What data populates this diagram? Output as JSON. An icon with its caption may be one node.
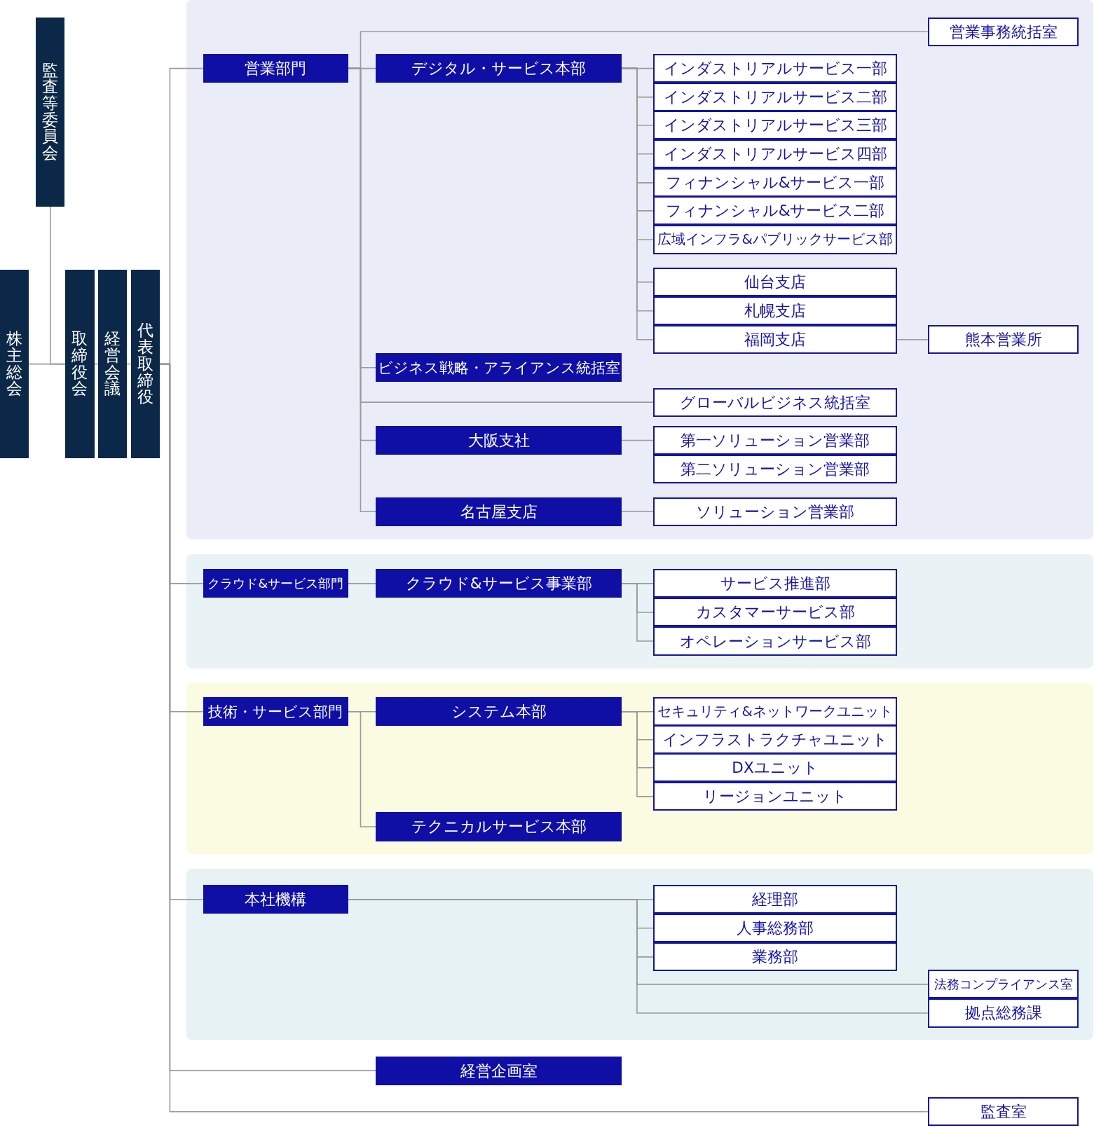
{
  "diagram": {
    "nodes": [
      {
        "text": [
          "監査等委員会"
        ]
      },
      {
        "text": [
          "株主総会"
        ]
      },
      {
        "text": [
          "取締役会"
        ]
      },
      {
        "text": [
          "経営会議"
        ]
      },
      {
        "text": [
          "代表取締役"
        ]
      },
      {
        "text": [
          "営業部門"
        ]
      },
      {
        "text": [
          "営業事務統括室"
        ]
      },
      {
        "text": [
          "デジタル・サービス本部"
        ]
      },
      {
        "text": [
          "インダストリアルサービス一部"
        ]
      },
      {
        "text": [
          "インダストリアルサービス二部"
        ]
      },
      {
        "text": [
          "インダストリアルサービス三部"
        ]
      },
      {
        "text": [
          "インダストリアルサービス四部"
        ]
      },
      {
        "text": [
          "フィナンシャル&サービス一部"
        ]
      },
      {
        "text": [
          "フィナンシャル&サービス二部"
        ]
      },
      {
        "text": [
          "広域インフラ&パブリックサービス部"
        ]
      },
      {
        "text": [
          "仙台支店"
        ]
      },
      {
        "text": [
          "札幌支店"
        ]
      },
      {
        "text": [
          "福岡支店"
        ]
      },
      {
        "text": [
          "熊本営業所"
        ]
      },
      {
        "text": [
          "ビジネス戦略・アライアンス統括室"
        ]
      },
      {
        "text": [
          "グローバルビジネス統括室"
        ]
      },
      {
        "text": [
          "大阪支社"
        ]
      },
      {
        "text": [
          "第一ソリューション営業部"
        ]
      },
      {
        "text": [
          "第二ソリューション営業部"
        ]
      },
      {
        "text": [
          "名古屋支店"
        ]
      },
      {
        "text": [
          "ソリューション営業部"
        ]
      },
      {
        "text": [
          "クラウド&サービス部門"
        ]
      },
      {
        "text": [
          "クラウド&サービス事業部"
        ]
      },
      {
        "text": [
          "サービス推進部"
        ]
      },
      {
        "text": [
          "カスタマーサービス部"
        ]
      },
      {
        "text": [
          "オペレーションサービス部"
        ]
      },
      {
        "text": [
          "技術・サービス部門"
        ]
      },
      {
        "text": [
          "システム本部"
        ]
      },
      {
        "text": [
          "セキュリティ&ネットワークユニット"
        ]
      },
      {
        "text": [
          "インフラストラクチャユニット"
        ]
      },
      {
        "text": [
          "DXユニット"
        ]
      },
      {
        "text": [
          "リージョンユニット"
        ]
      },
      {
        "text": [
          "テクニカルサービス本部"
        ]
      },
      {
        "text": [
          "本社機構"
        ]
      },
      {
        "text": [
          "経理部"
        ]
      },
      {
        "text": [
          "人事総務部"
        ]
      },
      {
        "text": [
          "業務部"
        ]
      },
      {
        "text": [
          "法務コンプライアンス室"
        ]
      },
      {
        "text": [
          "拠点総務課"
        ]
      },
      {
        "text": [
          "経営企画室"
        ]
      },
      {
        "text": [
          "監査室"
        ]
      }
    ],
    "edges": [
      {
        "from": 1,
        "to": 2,
        "arrow": "none"
      },
      {
        "from": 0,
        "to": 2,
        "arrow": "none"
      },
      {
        "from": 2,
        "to": 3,
        "arrow": "none"
      },
      {
        "from": 3,
        "to": 4,
        "arrow": "none"
      },
      {
        "from": 4,
        "to": 5,
        "arrow": "none"
      },
      {
        "from": 4,
        "to": 26,
        "arrow": "none"
      },
      {
        "from": 4,
        "to": 31,
        "arrow": "none"
      },
      {
        "from": 4,
        "to": 38,
        "arrow": "none"
      },
      {
        "from": 4,
        "to": 44,
        "arrow": "none"
      },
      {
        "from": 4,
        "to": 45,
        "arrow": "none"
      },
      {
        "from": 5,
        "to": 6,
        "arrow": "none"
      },
      {
        "from": 5,
        "to": 7,
        "arrow": "none"
      },
      {
        "from": 5,
        "to": 19,
        "arrow": "none"
      },
      {
        "from": 5,
        "to": 20,
        "arrow": "none"
      },
      {
        "from": 5,
        "to": 21,
        "arrow": "none"
      },
      {
        "from": 5,
        "to": 24,
        "arrow": "none"
      },
      {
        "from": 7,
        "to": 8,
        "arrow": "none"
      },
      {
        "from": 7,
        "to": 9,
        "arrow": "none"
      },
      {
        "from": 7,
        "to": 10,
        "arrow": "none"
      },
      {
        "from": 7,
        "to": 11,
        "arrow": "none"
      },
      {
        "from": 7,
        "to": 12,
        "arrow": "none"
      },
      {
        "from": 7,
        "to": 13,
        "arrow": "none"
      },
      {
        "from": 7,
        "to": 14,
        "arrow": "none"
      },
      {
        "from": 7,
        "to": 15,
        "arrow": "none"
      },
      {
        "from": 7,
        "to": 16,
        "arrow": "none"
      },
      {
        "from": 7,
        "to": 17,
        "arrow": "none"
      },
      {
        "from": 17,
        "to": 18,
        "arrow": "none"
      },
      {
        "from": 21,
        "to": 22,
        "arrow": "none"
      },
      {
        "from": 24,
        "to": 25,
        "arrow": "none"
      },
      {
        "from": 26,
        "to": 27,
        "arrow": "none"
      },
      {
        "from": 27,
        "to": 28,
        "arrow": "none"
      },
      {
        "from": 27,
        "to": 29,
        "arrow": "none"
      },
      {
        "from": 27,
        "to": 30,
        "arrow": "none"
      },
      {
        "from": 31,
        "to": 32,
        "arrow": "none"
      },
      {
        "from": 31,
        "to": 37,
        "arrow": "none"
      },
      {
        "from": 32,
        "to": 33,
        "arrow": "none"
      },
      {
        "from": 32,
        "to": 34,
        "arrow": "none"
      },
      {
        "from": 32,
        "to": 35,
        "arrow": "none"
      },
      {
        "from": 32,
        "to": 36,
        "arrow": "none"
      },
      {
        "from": 38,
        "to": 39,
        "arrow": "none"
      },
      {
        "from": 38,
        "to": 40,
        "arrow": "none"
      },
      {
        "from": 38,
        "to": 41,
        "arrow": "none"
      },
      {
        "from": 38,
        "to": 42,
        "arrow": "none"
      },
      {
        "from": 38,
        "to": 43,
        "arrow": "none"
      }
    ]
  }
}
